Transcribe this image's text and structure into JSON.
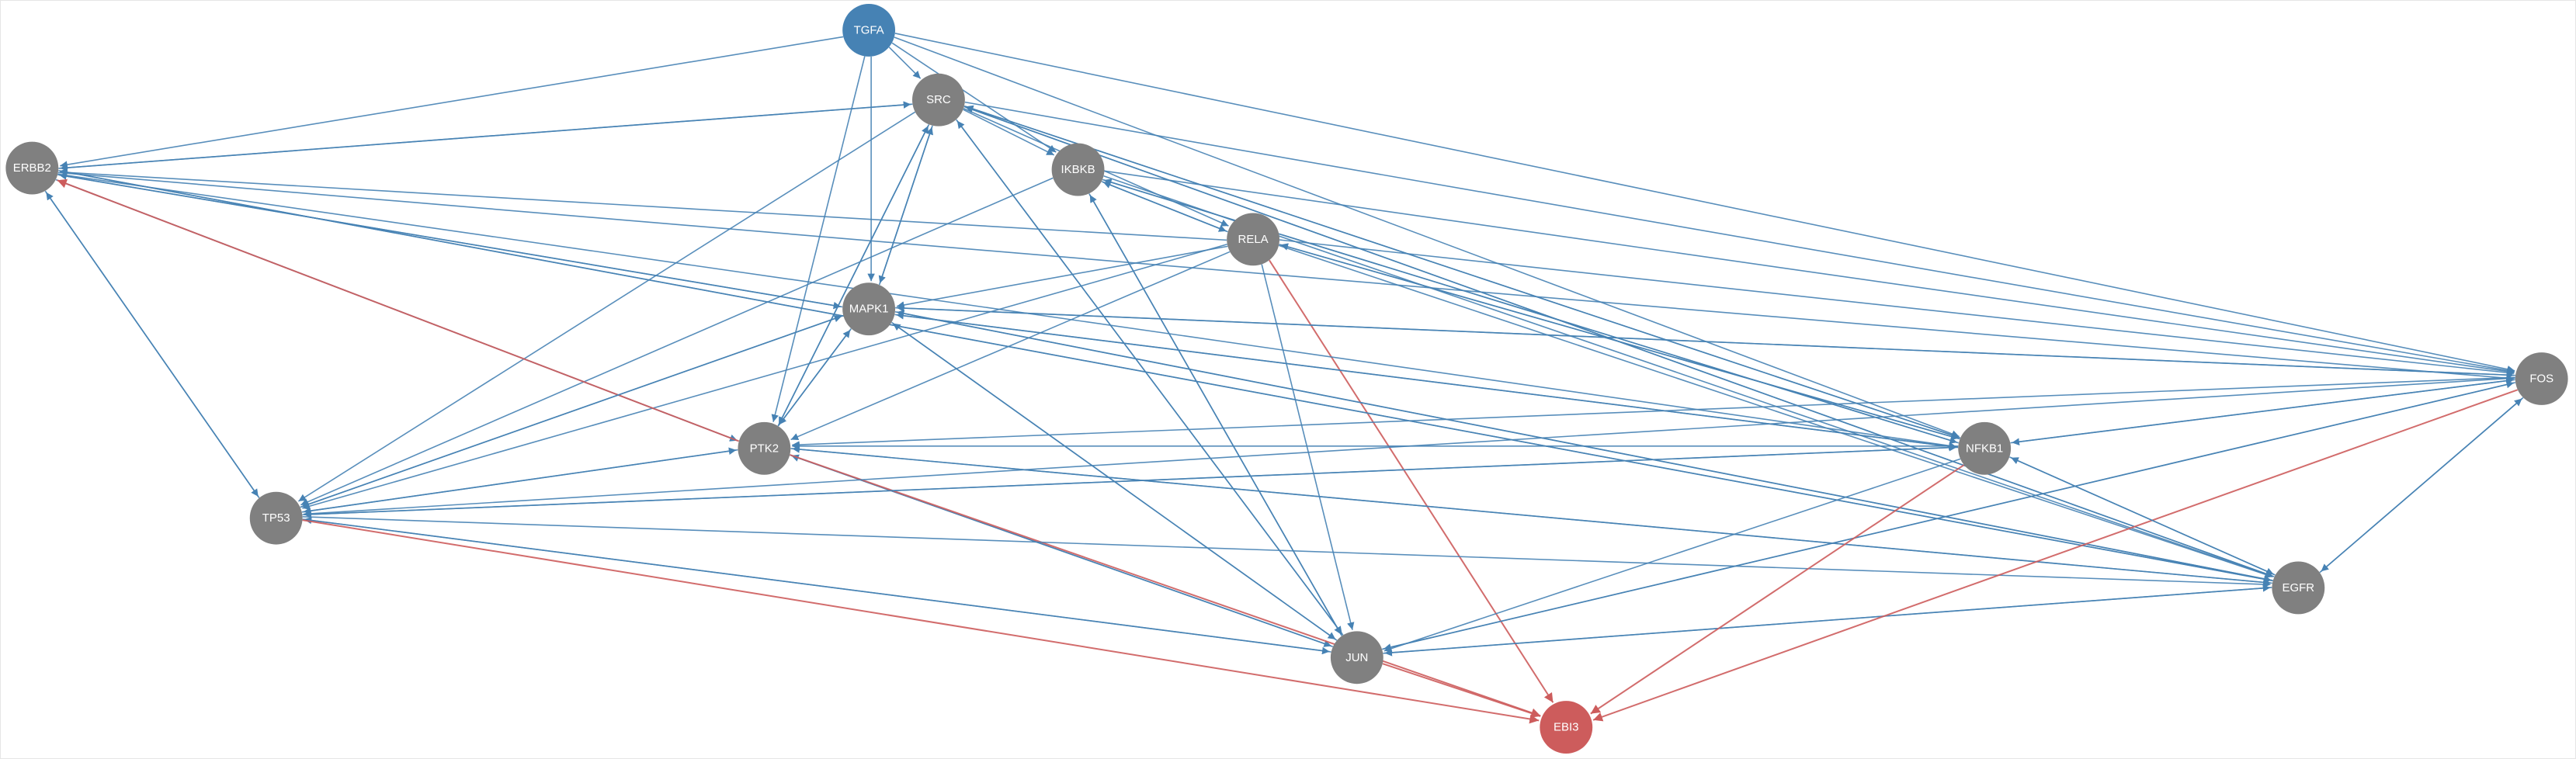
{
  "network": {
    "colors": {
      "node_default": "#808080",
      "node_source": "#4682b4",
      "node_target": "#cd5c5c",
      "edge_default": "#4682b4",
      "edge_highlight": "#cd5c5c"
    },
    "nodes": [
      {
        "id": "TGFA",
        "label": "TGFA",
        "role": "source"
      },
      {
        "id": "SRC",
        "label": "SRC",
        "role": "default"
      },
      {
        "id": "IKBKB",
        "label": "IKBKB",
        "role": "default"
      },
      {
        "id": "RELA",
        "label": "RELA",
        "role": "default"
      },
      {
        "id": "ERBB2",
        "label": "ERBB2",
        "role": "default"
      },
      {
        "id": "MAPK1",
        "label": "MAPK1",
        "role": "default"
      },
      {
        "id": "FOS",
        "label": "FOS",
        "role": "default"
      },
      {
        "id": "NFKB1",
        "label": "NFKB1",
        "role": "default"
      },
      {
        "id": "PTK2",
        "label": "PTK2",
        "role": "default"
      },
      {
        "id": "TP53",
        "label": "TP53",
        "role": "default"
      },
      {
        "id": "EGFR",
        "label": "EGFR",
        "role": "default"
      },
      {
        "id": "JUN",
        "label": "JUN",
        "role": "default"
      },
      {
        "id": "EBI3",
        "label": "EBI3",
        "role": "target"
      }
    ],
    "edges": [
      {
        "source": "TGFA",
        "target": "ERBB2",
        "color": "default"
      },
      {
        "source": "TGFA",
        "target": "SRC",
        "color": "default"
      },
      {
        "source": "TGFA",
        "target": "IKBKB",
        "color": "default"
      },
      {
        "source": "TGFA",
        "target": "MAPK1",
        "color": "default"
      },
      {
        "source": "TGFA",
        "target": "PTK2",
        "color": "default"
      },
      {
        "source": "TGFA",
        "target": "FOS",
        "color": "default"
      },
      {
        "source": "TGFA",
        "target": "NFKB1",
        "color": "default"
      },
      {
        "source": "SRC",
        "target": "ERBB2",
        "color": "default"
      },
      {
        "source": "ERBB2",
        "target": "SRC",
        "color": "default"
      },
      {
        "source": "SRC",
        "target": "MAPK1",
        "color": "default"
      },
      {
        "source": "MAPK1",
        "target": "SRC",
        "color": "default"
      },
      {
        "source": "SRC",
        "target": "PTK2",
        "color": "default"
      },
      {
        "source": "PTK2",
        "target": "SRC",
        "color": "default"
      },
      {
        "source": "SRC",
        "target": "TP53",
        "color": "default"
      },
      {
        "source": "SRC",
        "target": "JUN",
        "color": "default"
      },
      {
        "source": "JUN",
        "target": "SRC",
        "color": "default"
      },
      {
        "source": "SRC",
        "target": "FOS",
        "color": "default"
      },
      {
        "source": "SRC",
        "target": "NFKB1",
        "color": "default"
      },
      {
        "source": "NFKB1",
        "target": "SRC",
        "color": "default"
      },
      {
        "source": "SRC",
        "target": "EGFR",
        "color": "default"
      },
      {
        "source": "EGFR",
        "target": "SRC",
        "color": "default"
      },
      {
        "source": "SRC",
        "target": "IKBKB",
        "color": "default"
      },
      {
        "source": "SRC",
        "target": "RELA",
        "color": "default"
      },
      {
        "source": "IKBKB",
        "target": "RELA",
        "color": "default"
      },
      {
        "source": "RELA",
        "target": "IKBKB",
        "color": "default"
      },
      {
        "source": "IKBKB",
        "target": "NFKB1",
        "color": "default"
      },
      {
        "source": "NFKB1",
        "target": "IKBKB",
        "color": "default"
      },
      {
        "source": "IKBKB",
        "target": "JUN",
        "color": "default"
      },
      {
        "source": "JUN",
        "target": "IKBKB",
        "color": "default"
      },
      {
        "source": "IKBKB",
        "target": "EGFR",
        "color": "default"
      },
      {
        "source": "IKBKB",
        "target": "TP53",
        "color": "default"
      },
      {
        "source": "IKBKB",
        "target": "FOS",
        "color": "default"
      },
      {
        "source": "RELA",
        "target": "MAPK1",
        "color": "default"
      },
      {
        "source": "RELA",
        "target": "PTK2",
        "color": "default"
      },
      {
        "source": "RELA",
        "target": "TP53",
        "color": "default"
      },
      {
        "source": "RELA",
        "target": "JUN",
        "color": "default"
      },
      {
        "source": "RELA",
        "target": "NFKB1",
        "color": "default"
      },
      {
        "source": "NFKB1",
        "target": "RELA",
        "color": "default"
      },
      {
        "source": "RELA",
        "target": "EGFR",
        "color": "default"
      },
      {
        "source": "RELA",
        "target": "EBI3",
        "color": "highlight"
      },
      {
        "source": "ERBB2",
        "target": "MAPK1",
        "color": "default"
      },
      {
        "source": "MAPK1",
        "target": "ERBB2",
        "color": "default"
      },
      {
        "source": "ERBB2",
        "target": "PTK2",
        "color": "default"
      },
      {
        "source": "PTK2",
        "target": "ERBB2",
        "color": "highlight"
      },
      {
        "source": "ERBB2",
        "target": "TP53",
        "color": "default"
      },
      {
        "source": "TP53",
        "target": "ERBB2",
        "color": "default"
      },
      {
        "source": "ERBB2",
        "target": "NFKB1",
        "color": "default"
      },
      {
        "source": "ERBB2",
        "target": "EGFR",
        "color": "default"
      },
      {
        "source": "EGFR",
        "target": "ERBB2",
        "color": "default"
      },
      {
        "source": "ERBB2",
        "target": "FOS",
        "color": "default"
      },
      {
        "source": "RELA",
        "target": "ERBB2",
        "color": "default"
      },
      {
        "source": "MAPK1",
        "target": "PTK2",
        "color": "default"
      },
      {
        "source": "PTK2",
        "target": "MAPK1",
        "color": "default"
      },
      {
        "source": "MAPK1",
        "target": "TP53",
        "color": "default"
      },
      {
        "source": "TP53",
        "target": "MAPK1",
        "color": "default"
      },
      {
        "source": "MAPK1",
        "target": "JUN",
        "color": "default"
      },
      {
        "source": "JUN",
        "target": "MAPK1",
        "color": "default"
      },
      {
        "source": "MAPK1",
        "target": "FOS",
        "color": "default"
      },
      {
        "source": "FOS",
        "target": "MAPK1",
        "color": "default"
      },
      {
        "source": "MAPK1",
        "target": "NFKB1",
        "color": "default"
      },
      {
        "source": "NFKB1",
        "target": "MAPK1",
        "color": "default"
      },
      {
        "source": "MAPK1",
        "target": "EGFR",
        "color": "default"
      },
      {
        "source": "EGFR",
        "target": "MAPK1",
        "color": "default"
      },
      {
        "source": "PTK2",
        "target": "TP53",
        "color": "default"
      },
      {
        "source": "TP53",
        "target": "PTK2",
        "color": "default"
      },
      {
        "source": "PTK2",
        "target": "JUN",
        "color": "default"
      },
      {
        "source": "JUN",
        "target": "PTK2",
        "color": "default"
      },
      {
        "source": "PTK2",
        "target": "EBI3",
        "color": "highlight"
      },
      {
        "source": "PTK2",
        "target": "EGFR",
        "color": "default"
      },
      {
        "source": "EGFR",
        "target": "PTK2",
        "color": "default"
      },
      {
        "source": "NFKB1",
        "target": "PTK2",
        "color": "default"
      },
      {
        "source": "TP53",
        "target": "JUN",
        "color": "default"
      },
      {
        "source": "JUN",
        "target": "TP53",
        "color": "default"
      },
      {
        "source": "TP53",
        "target": "EBI3",
        "color": "highlight"
      },
      {
        "source": "TP53",
        "target": "NFKB1",
        "color": "default"
      },
      {
        "source": "NFKB1",
        "target": "TP53",
        "color": "default"
      },
      {
        "source": "TP53",
        "target": "EGFR",
        "color": "default"
      },
      {
        "source": "FOS",
        "target": "TP53",
        "color": "default"
      },
      {
        "source": "JUN",
        "target": "EBI3",
        "color": "highlight"
      },
      {
        "source": "JUN",
        "target": "FOS",
        "color": "default"
      },
      {
        "source": "FOS",
        "target": "JUN",
        "color": "default"
      },
      {
        "source": "JUN",
        "target": "EGFR",
        "color": "default"
      },
      {
        "source": "EGFR",
        "target": "JUN",
        "color": "default"
      },
      {
        "source": "NFKB1",
        "target": "JUN",
        "color": "default"
      },
      {
        "source": "NFKB1",
        "target": "EBI3",
        "color": "highlight"
      },
      {
        "source": "FOS",
        "target": "EBI3",
        "color": "highlight"
      },
      {
        "source": "NFKB1",
        "target": "FOS",
        "color": "default"
      },
      {
        "source": "FOS",
        "target": "NFKB1",
        "color": "default"
      },
      {
        "source": "NFKB1",
        "target": "EGFR",
        "color": "default"
      },
      {
        "source": "EGFR",
        "target": "NFKB1",
        "color": "default"
      },
      {
        "source": "EGFR",
        "target": "FOS",
        "color": "default"
      },
      {
        "source": "FOS",
        "target": "EGFR",
        "color": "default"
      },
      {
        "source": "RELA",
        "target": "FOS",
        "color": "default"
      },
      {
        "source": "FOS",
        "target": "PTK2",
        "color": "default"
      }
    ]
  }
}
